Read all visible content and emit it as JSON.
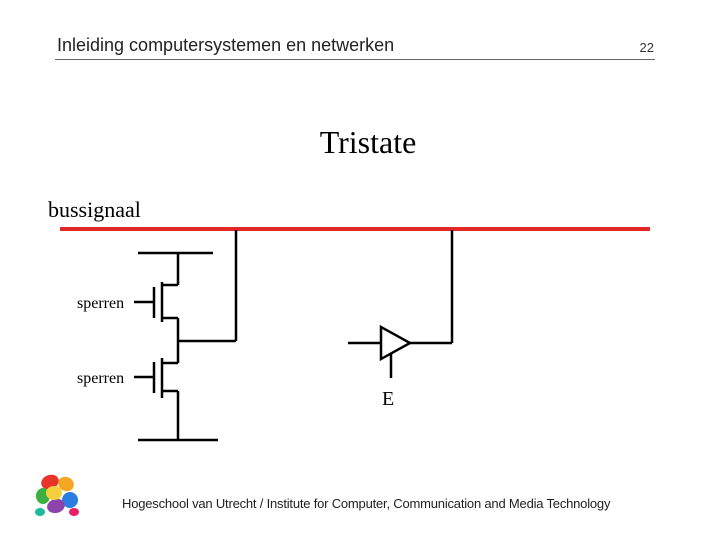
{
  "header": {
    "title": "Inleiding computersystemen en netwerken",
    "page_number": "22"
  },
  "slide": {
    "title": "Tristate"
  },
  "diagram": {
    "bus_label": "bussignaal",
    "bus_color": "#e32626",
    "gate_labels": [
      "sperren",
      "sperren"
    ],
    "enable_label": "E"
  },
  "footer": {
    "text": "Hogeschool van Utrecht / Institute for Computer, Communication and Media Technology"
  },
  "logo": {
    "icon": "colorful-flower-logo-icon"
  }
}
